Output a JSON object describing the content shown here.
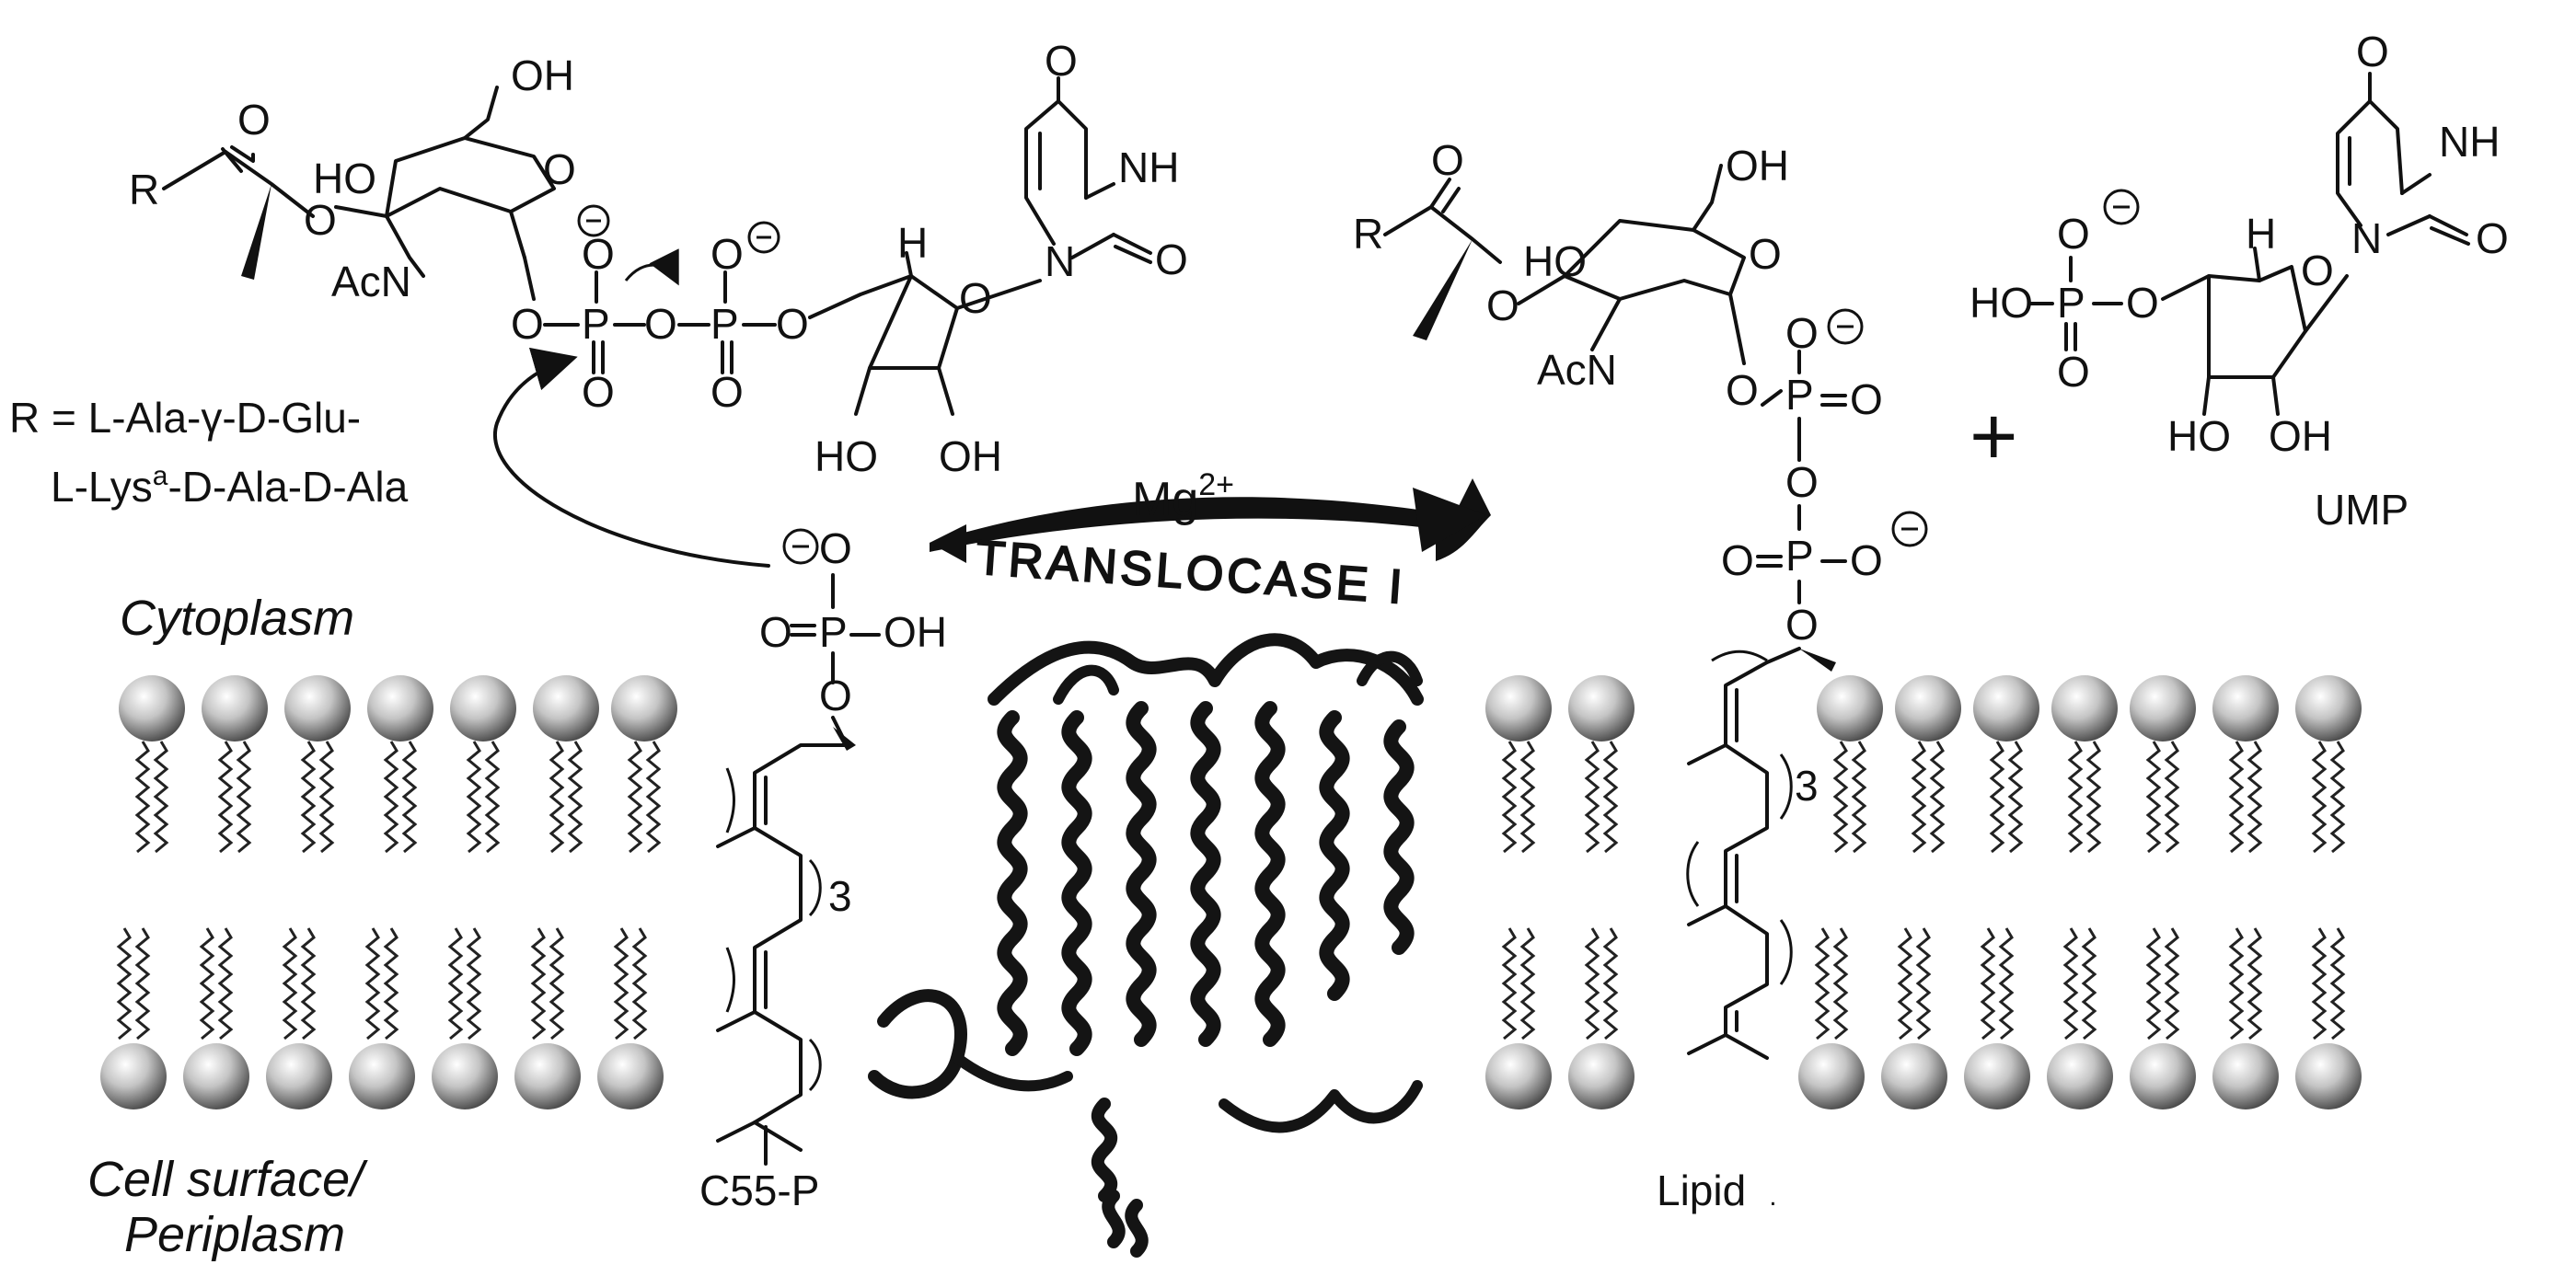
{
  "labels": {
    "r_def_line1": "R = L-Ala-γ-D-Glu-",
    "r_def_line2_a": "L-Lys",
    "r_def_line2_sup": "a",
    "r_def_line2_b": "-D-Ala-D-Ala",
    "mg": "Mg",
    "mg_sup": "2+",
    "enzyme": "TRANSLOCASE I",
    "cytoplasm": "Cytoplasm",
    "cell_surface_1": "Cell surface/",
    "cell_surface_2": "Periplasm",
    "c55p": "C55-P",
    "lipid": "Lipid",
    "lipid_dot": ".",
    "ump": "UMP",
    "plus": "+",
    "repeat": "3"
  },
  "atoms": {
    "R": "R",
    "O": "O",
    "OH": "OH",
    "HO": "HO",
    "AcN": "AcN",
    "P": "P",
    "NH": "NH",
    "N": "N",
    "H": "H",
    "minus": "−"
  },
  "colors": {
    "ink": "#111111",
    "sphere_light": "#ffffff",
    "sphere_mid": "#b8b8b8",
    "sphere_dark": "#3c3c3c",
    "protein": "#141414"
  }
}
